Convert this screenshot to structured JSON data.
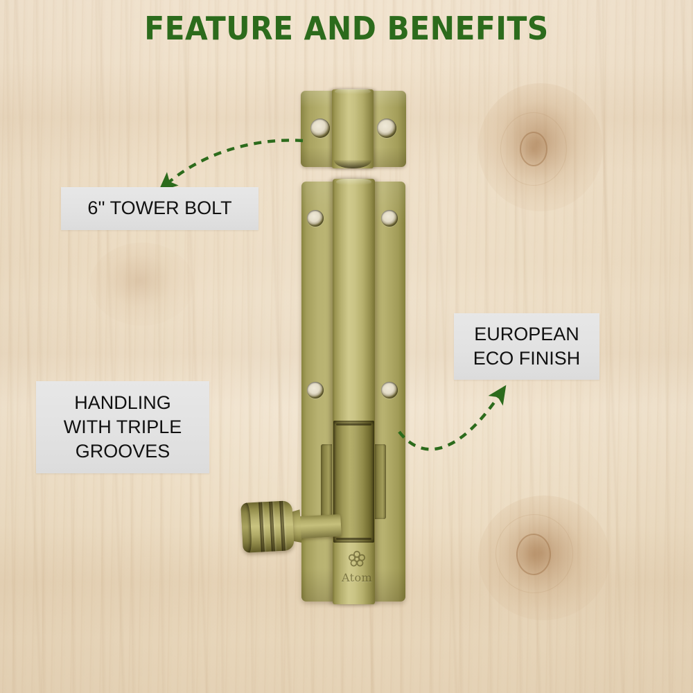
{
  "page": {
    "title": "FEATURE AND BENEFITS",
    "title_color": "#2c6b1c",
    "background": "light maple wood panel",
    "background_color": "#eeddc4"
  },
  "labels": [
    {
      "id": "tower-bolt",
      "lines": [
        "6'' TOWER BOLT"
      ],
      "box_color": "#e3e3e3",
      "text_color": "#111111"
    },
    {
      "id": "european-eco-finish",
      "lines": [
        "EUROPEAN",
        "ECO FINISH"
      ],
      "box_color": "#e3e3e3",
      "text_color": "#111111"
    },
    {
      "id": "handling-with-triple-grooves",
      "lines": [
        "HANDLING",
        "WITH TRIPLE",
        "GROOVES"
      ],
      "box_color": "#e3e3e3",
      "text_color": "#111111"
    }
  ],
  "arrows": {
    "color": "#2c6b1c",
    "style": "dashed-curve-with-arrowhead",
    "items": [
      {
        "id": "arrow-to-tower-bolt-label",
        "from": "keeper-piece",
        "to": "tower-bolt-label"
      },
      {
        "id": "arrow-to-eco-finish-label",
        "from": "bolt-plate",
        "to": "european-eco-finish-label"
      }
    ]
  },
  "product": {
    "name": "tower bolt",
    "finish": "antique brass",
    "brass_color": "#b4ae6b",
    "brand": "Atom",
    "brand_mark": "atom-flower-icon",
    "parts": [
      {
        "id": "keeper",
        "label": "keeper catch plate",
        "screw_holes": 2
      },
      {
        "id": "main-plate",
        "label": "mounting plate",
        "screw_holes": 4
      },
      {
        "id": "bolt-slide",
        "label": "sliding bolt"
      },
      {
        "id": "knob",
        "label": "handle knob with triple grooves",
        "grooves": 3
      }
    ]
  }
}
